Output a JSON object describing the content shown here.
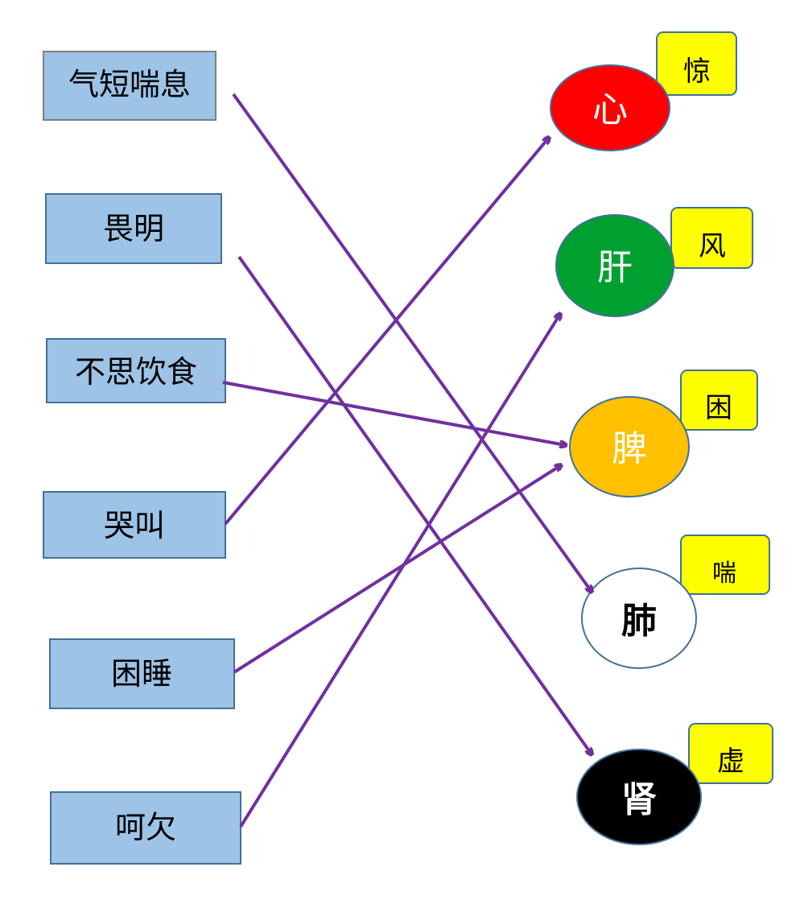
{
  "symptoms": [
    {
      "id": "s0",
      "label": "气短喘息"
    },
    {
      "id": "s1",
      "label": "畏明"
    },
    {
      "id": "s2",
      "label": "不思饮食"
    },
    {
      "id": "s3",
      "label": "哭叫"
    },
    {
      "id": "s4",
      "label": "困睡"
    },
    {
      "id": "s5",
      "label": "呵欠"
    }
  ],
  "organs": [
    {
      "id": "o0",
      "label": "心",
      "tag": "惊",
      "fill": "#ff0000",
      "text_color": "#ffffff"
    },
    {
      "id": "o1",
      "label": "肝",
      "tag": "风",
      "fill": "#00a030",
      "text_color": "#ffffff"
    },
    {
      "id": "o2",
      "label": "脾",
      "tag": "困",
      "fill": "#ffc000",
      "text_color": "#ffffff"
    },
    {
      "id": "o3",
      "label": "肺",
      "tag": "喘",
      "fill": "#ffffff",
      "text_color": "#000000"
    },
    {
      "id": "o4",
      "label": "肾",
      "tag": "虚",
      "fill": "#000000",
      "text_color": "#ffffff"
    }
  ],
  "links": [
    {
      "from": "气短喘息",
      "to": "肺"
    },
    {
      "from": "畏明",
      "to": "肾"
    },
    {
      "from": "不思饮食",
      "to": "脾"
    },
    {
      "from": "哭叫",
      "to": "心"
    },
    {
      "from": "困睡",
      "to": "脾"
    },
    {
      "from": "呵欠",
      "to": "肝"
    }
  ],
  "colors": {
    "symptom_box_fill": "#9dc3e6",
    "symptom_box_stroke": "#808080",
    "tag_fill": "#ffff00",
    "tag_stroke": "#41719c",
    "organ_stroke": "#41719c",
    "arrow": "#7030a0"
  }
}
